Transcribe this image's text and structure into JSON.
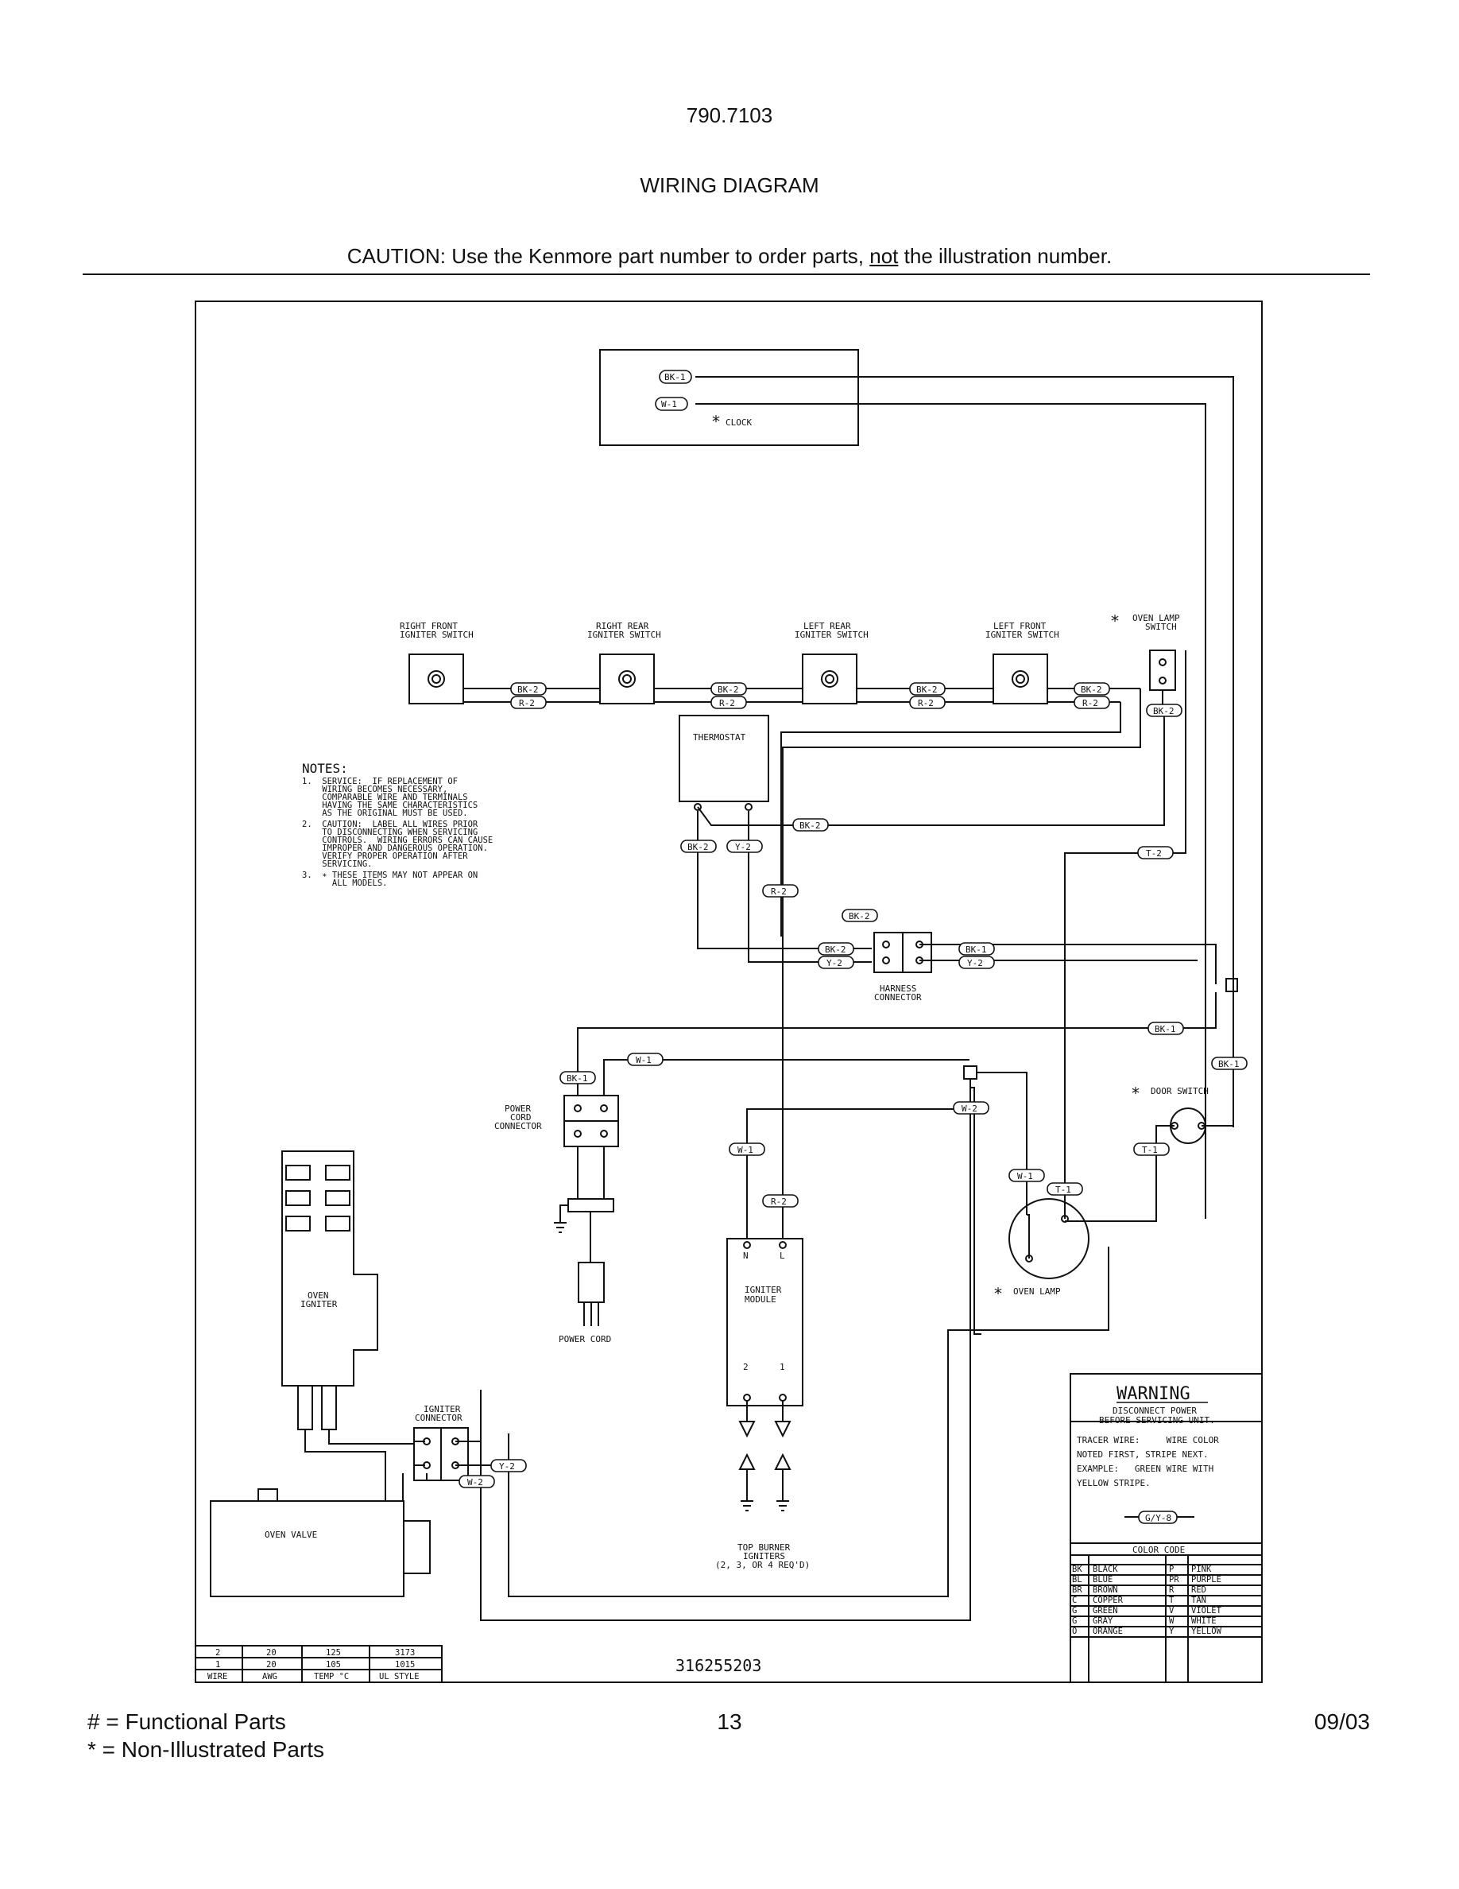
{
  "header": {
    "model": "790.7103",
    "title": "WIRING DIAGRAM",
    "caution_pre": "CAUTION: Use the Kenmore part number to order parts, ",
    "caution_not": "not",
    "caution_post": " the illustration number."
  },
  "diagram": {
    "clock": "CLOCK",
    "switches": {
      "rf1": "RIGHT FRONT",
      "rf2": "IGNITER SWITCH",
      "rr1": "RIGHT REAR",
      "rr2": "IGNITER SWITCH",
      "lr1": "LEFT REAR",
      "lr2": "IGNITER SWITCH",
      "lf1": "LEFT FRONT",
      "lf2": "IGNITER SWITCH",
      "ol1": "OVEN LAMP",
      "ol2": "SWITCH"
    },
    "thermostat": "THERMOSTAT",
    "harness1": "HARNESS",
    "harness2": "CONNECTOR",
    "pcc1": "POWER",
    "pcc2": "CORD",
    "pcc3": "CONNECTOR",
    "power_cord": "POWER CORD",
    "door_switch": "DOOR SWITCH",
    "oven_lamp": "OVEN LAMP",
    "oven_igniter1": "OVEN",
    "oven_igniter2": "IGNITER",
    "igniter_conn1": "IGNITER",
    "igniter_conn2": "CONNECTOR",
    "igniter_module1": "IGNITER",
    "igniter_module2": "MODULE",
    "term_n": "N",
    "term_l": "L",
    "term_2": "2",
    "term_1": "1",
    "oven_valve": "OVEN VALVE",
    "top_burner1": "TOP BURNER",
    "top_burner2": "IGNITERS",
    "top_burner3": "(2, 3, OR 4 REQ'D)",
    "part_number": "316255203",
    "wires": {
      "bk1": "BK-1",
      "w1": "W-1",
      "bk2": "BK-2",
      "r2": "R-2",
      "y2": "Y-2",
      "t2": "T-2",
      "t1": "T-1",
      "w2": "W-2",
      "gy8": "G/Y-8"
    },
    "notes": {
      "heading": "NOTES:",
      "lines": [
        "1.  SERVICE:  IF REPLACEMENT OF",
        "    WIRING BECOMES NECESSARY,",
        "    COMPARABLE WIRE AND TERMINALS",
        "    HAVING THE SAME CHARACTERISTICS",
        "    AS THE ORIGINAL MUST BE USED.",
        "2.  CAUTION:  LABEL ALL WIRES PRIOR",
        "    TO DISCONNECTING WHEN SERVICING",
        "    CONTROLS.  WIRING ERRORS CAN CAUSE",
        "    IMPROPER AND DANGEROUS OPERATION.",
        "    VERIFY PROPER OPERATION AFTER",
        "    SERVICING.",
        "3.  ∗ THESE ITEMS MAY NOT APPEAR ON",
        "      ALL MODELS."
      ]
    },
    "warning": {
      "title": "WARNING",
      "l1": "DISCONNECT POWER",
      "l2": "BEFORE SERVICING UNIT.",
      "tracer": [
        "TRACER WIRE:     WIRE COLOR",
        "NOTED FIRST, STRIPE NEXT.",
        "EXAMPLE:   GREEN WIRE WITH",
        "YELLOW STRIPE."
      ]
    },
    "color_code": {
      "title": "COLOR CODE",
      "rows": [
        [
          "BK",
          "BLACK",
          "P",
          "PINK"
        ],
        [
          "BL",
          "BLUE",
          "PR",
          "PURPLE"
        ],
        [
          "BR",
          "BROWN",
          "R",
          "RED"
        ],
        [
          "C",
          "COPPER",
          "T",
          "TAN"
        ],
        [
          "G",
          "GREEN",
          "V",
          "VIOLET"
        ],
        [
          "G",
          "GRAY",
          "W",
          "WHITE"
        ],
        [
          "O",
          "ORANGE",
          "Y",
          "YELLOW"
        ]
      ]
    },
    "wire_table": {
      "rows": [
        [
          "2",
          "20",
          "125",
          "3173"
        ],
        [
          "1",
          "20",
          "105",
          "1015"
        ],
        [
          "WIRE",
          "AWG",
          "TEMP °C",
          "UL STYLE"
        ]
      ]
    }
  },
  "footer": {
    "functional": "#  =  Functional Parts",
    "non_illustrated": "*   =  Non-Illustrated Parts",
    "page": "13",
    "date": "09/03"
  }
}
